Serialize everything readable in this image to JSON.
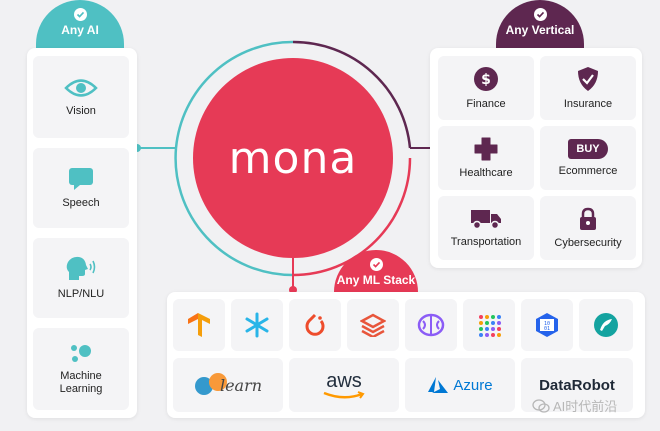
{
  "any_ai": {
    "tab_label": "Any AI",
    "items": [
      {
        "label": "Vision",
        "icon": "eye-icon"
      },
      {
        "label": "Speech",
        "icon": "speech-bubble-icon"
      },
      {
        "label": "NLP/NLU",
        "icon": "head-speaking-icon"
      },
      {
        "label": "Machine\nLearning",
        "icon": "dots-network-icon"
      }
    ]
  },
  "center": {
    "brand": "mona"
  },
  "any_vertical": {
    "tab_label": "Any Vertical",
    "items": [
      {
        "label": "Finance",
        "icon": "dollar-icon"
      },
      {
        "label": "Insurance",
        "icon": "shield-check-icon"
      },
      {
        "label": "Healthcare",
        "icon": "medical-cross-icon"
      },
      {
        "label": "Ecommerce",
        "icon": "buy-tag-icon",
        "icon_text": "BUY"
      },
      {
        "label": "Transportation",
        "icon": "truck-icon"
      },
      {
        "label": "Cybersecurity",
        "icon": "padlock-icon"
      }
    ]
  },
  "any_ml_stack": {
    "tab_label": "Any ML Stack",
    "row1_logos": [
      "tensorflow-logo",
      "snowflake-logo",
      "pytorch-logo",
      "databricks-logo",
      "brain-logo",
      "dots-grid-logo",
      "binary-logo",
      "bird-logo"
    ],
    "row2": {
      "sklearn": "learn",
      "aws": "aws",
      "azure": "Azure",
      "datarobot": "DataRobot"
    }
  },
  "watermark": "AI时代前沿",
  "colors": {
    "teal": "#4fc0c3",
    "purple": "#5e2750",
    "coral": "#e63a56",
    "ml_tab": "#e63a56"
  }
}
